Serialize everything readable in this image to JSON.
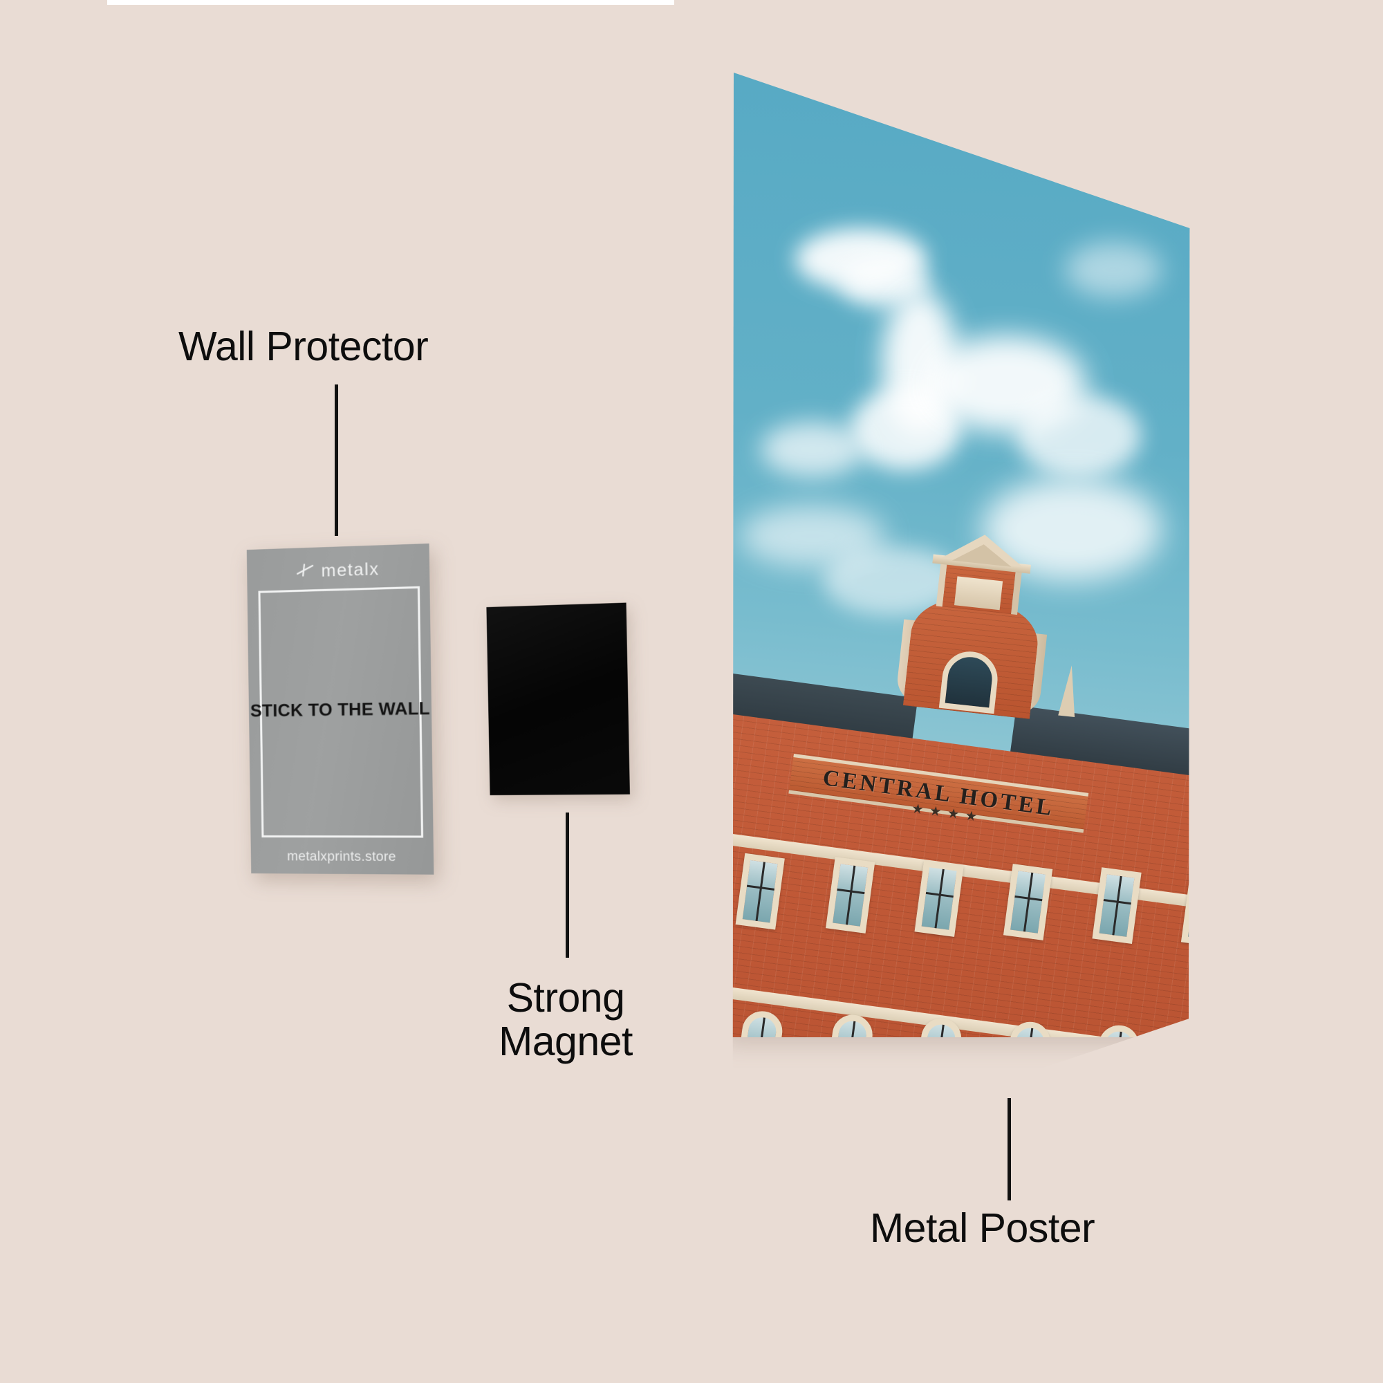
{
  "page": {
    "background_color": "#e9dcd4",
    "accent_dark": "#111111"
  },
  "callouts": [
    {
      "id": "wall-protector",
      "label": "Wall Protector"
    },
    {
      "id": "strong-magnet",
      "label": "Strong\nMagnet"
    },
    {
      "id": "metal-poster",
      "label": "Metal Poster"
    }
  ],
  "wall_protector_card": {
    "brand_logo_text": "metalx",
    "logo_mark": "metalx-cross-icon",
    "main_text": "STICK TO THE WALL",
    "url": "metalxprints.store",
    "card_color": "#9a9c9c",
    "text_color": "#131313",
    "border_color": "#f2f3f3"
  },
  "magnet": {
    "color": "#0a0a0a",
    "shape": "rounded-square-panel"
  },
  "metal_poster": {
    "sign_text": "CENTRAL HOTEL",
    "star_rating": "★★★★",
    "sky_color": "#62b0c7",
    "brick_color": "#bf5836",
    "stone_color": "#e9dcc4",
    "subject": "Central Hotel brick facade with ornate gable under blue sky"
  }
}
